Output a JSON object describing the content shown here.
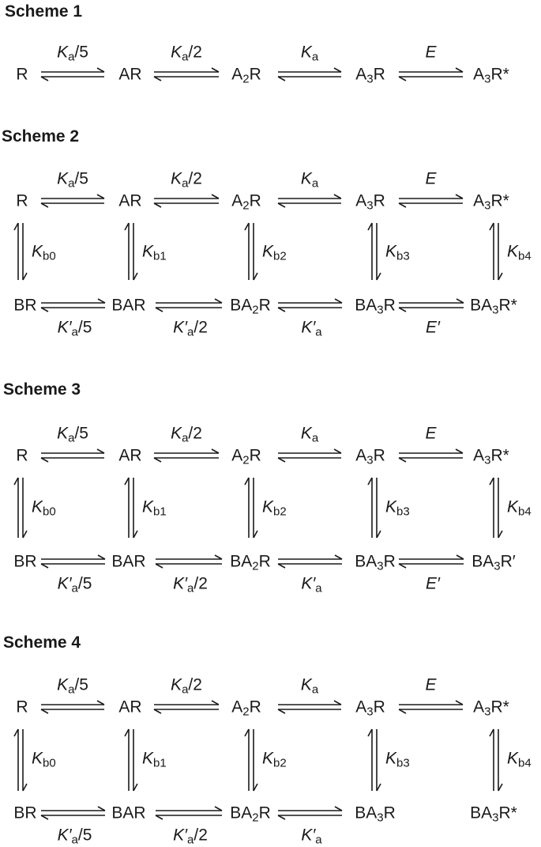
{
  "schemes": [
    {
      "title": "Scheme 1",
      "top_row": [
        "R",
        "AR",
        "A_2R",
        "A_3R",
        "A_3R*"
      ],
      "top_labels": [
        {
          "main": "K",
          "sub": "a",
          "suffix": "/5"
        },
        {
          "main": "K",
          "sub": "a",
          "suffix": "/2"
        },
        {
          "main": "K",
          "sub": "a",
          "suffix": ""
        },
        {
          "main": "E",
          "sub": "",
          "suffix": ""
        }
      ],
      "vertical_labels": [],
      "bottom_row": [],
      "bottom_labels": []
    },
    {
      "title": "Scheme 2",
      "top_row": [
        "R",
        "AR",
        "A_2R",
        "A_3R",
        "A_3R*"
      ],
      "top_labels": [
        {
          "main": "K",
          "sub": "a",
          "suffix": "/5"
        },
        {
          "main": "K",
          "sub": "a",
          "suffix": "/2"
        },
        {
          "main": "K",
          "sub": "a",
          "suffix": ""
        },
        {
          "main": "E",
          "sub": "",
          "suffix": ""
        }
      ],
      "vertical_labels": [
        {
          "main": "K",
          "sub": "b0"
        },
        {
          "main": "K",
          "sub": "b1"
        },
        {
          "main": "K",
          "sub": "b2"
        },
        {
          "main": "K",
          "sub": "b3"
        },
        {
          "main": "K",
          "sub": "b4"
        }
      ],
      "bottom_row": [
        "BR",
        "BAR",
        "BA_2R",
        "BA_3R",
        "BA_3R*"
      ],
      "bottom_labels": [
        {
          "main": "K′",
          "sub": "a",
          "suffix": "/5"
        },
        {
          "main": "K′",
          "sub": "a",
          "suffix": "/2"
        },
        {
          "main": "K′",
          "sub": "a",
          "suffix": ""
        },
        {
          "main": "E′",
          "sub": "",
          "suffix": ""
        }
      ]
    },
    {
      "title": "Scheme 3",
      "top_row": [
        "R",
        "AR",
        "A_2R",
        "A_3R",
        "A_3R*"
      ],
      "top_labels": [
        {
          "main": "K",
          "sub": "a",
          "suffix": "/5"
        },
        {
          "main": "K",
          "sub": "a",
          "suffix": "/2"
        },
        {
          "main": "K",
          "sub": "a",
          "suffix": ""
        },
        {
          "main": "E",
          "sub": "",
          "suffix": ""
        }
      ],
      "vertical_labels": [
        {
          "main": "K",
          "sub": "b0"
        },
        {
          "main": "K",
          "sub": "b1"
        },
        {
          "main": "K",
          "sub": "b2"
        },
        {
          "main": "K",
          "sub": "b3"
        },
        {
          "main": "K",
          "sub": "b4"
        }
      ],
      "bottom_row": [
        "BR",
        "BAR",
        "BA_2R",
        "BA_3R",
        "BA_3R′"
      ],
      "bottom_labels": [
        {
          "main": "K′",
          "sub": "a",
          "suffix": "/5"
        },
        {
          "main": "K′",
          "sub": "a",
          "suffix": "/2"
        },
        {
          "main": "K′",
          "sub": "a",
          "suffix": ""
        },
        {
          "main": "E′",
          "sub": "",
          "suffix": ""
        }
      ]
    },
    {
      "title": "Scheme 4",
      "top_row": [
        "R",
        "AR",
        "A_2R",
        "A_3R",
        "A_3R*"
      ],
      "top_labels": [
        {
          "main": "K",
          "sub": "a",
          "suffix": "/5"
        },
        {
          "main": "K",
          "sub": "a",
          "suffix": "/2"
        },
        {
          "main": "K",
          "sub": "a",
          "suffix": ""
        },
        {
          "main": "E",
          "sub": "",
          "suffix": ""
        }
      ],
      "vertical_labels": [
        {
          "main": "K",
          "sub": "b0"
        },
        {
          "main": "K",
          "sub": "b1"
        },
        {
          "main": "K",
          "sub": "b2"
        },
        {
          "main": "K",
          "sub": "b3"
        },
        {
          "main": "K",
          "sub": "b4"
        }
      ],
      "bottom_row": [
        "BR",
        "BAR",
        "BA_2R",
        "BA_3R",
        "BA_3R*"
      ],
      "bottom_labels": [
        {
          "main": "K′",
          "sub": "a",
          "suffix": "/5"
        },
        {
          "main": "K′",
          "sub": "a",
          "suffix": "/2"
        },
        {
          "main": "K′",
          "sub": "a",
          "suffix": ""
        }
      ]
    }
  ]
}
